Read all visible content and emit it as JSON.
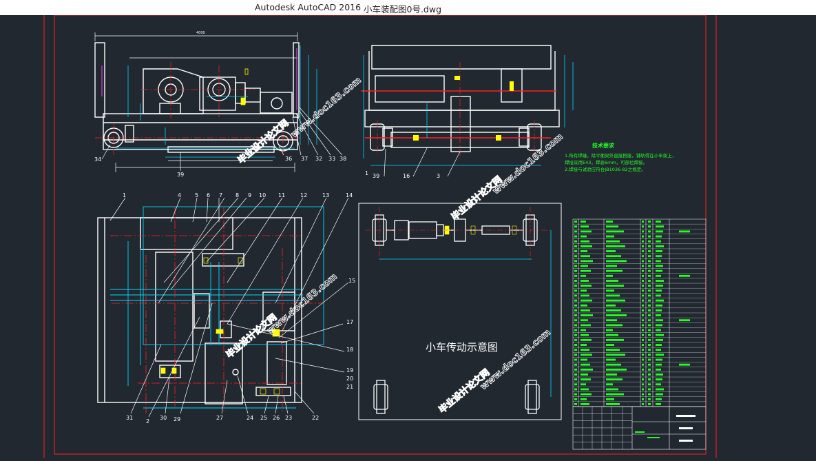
{
  "window": {
    "app_title": "Autodesk AutoCAD 2016",
    "file_name": "小车装配图0号.dwg"
  },
  "drawing": {
    "colors": {
      "background": "#212830",
      "white": "#ffffff",
      "red": "#ff2020",
      "cyan": "#00d8ff",
      "yellow": "#ffff00",
      "green": "#22ff22",
      "magenta": "#ff40ff"
    },
    "schematic_title": "小车传动示意图",
    "tech_req_title": "技术要求",
    "tech_req_lines": [
      "1.所有焊缝，除平衡梁外直接搭接，铺轨得在小车架上，",
      "   焊接采用E43，焊高6mm，可部位焊接。",
      "2.焊接与试验应符合JB1036-82之规定。"
    ],
    "callouts_top_left": [
      "34",
      "36",
      "37",
      "32",
      "33",
      "38",
      "39"
    ],
    "callouts_top_right": [
      "1",
      "39",
      "16",
      "3"
    ],
    "callouts_plan_top": [
      "1",
      "4",
      "5",
      "6",
      "7",
      "8",
      "9",
      "10",
      "11",
      "12",
      "13",
      "14"
    ],
    "callouts_plan_right": [
      "15",
      "17",
      "18",
      "19",
      "20",
      "21"
    ],
    "callouts_plan_bottom": [
      "31",
      "2",
      "30",
      "29",
      "27",
      "24",
      "25",
      "26",
      "23",
      "22"
    ],
    "watermarks": [
      "毕业设计论文网",
      "www.doc163.com"
    ]
  }
}
